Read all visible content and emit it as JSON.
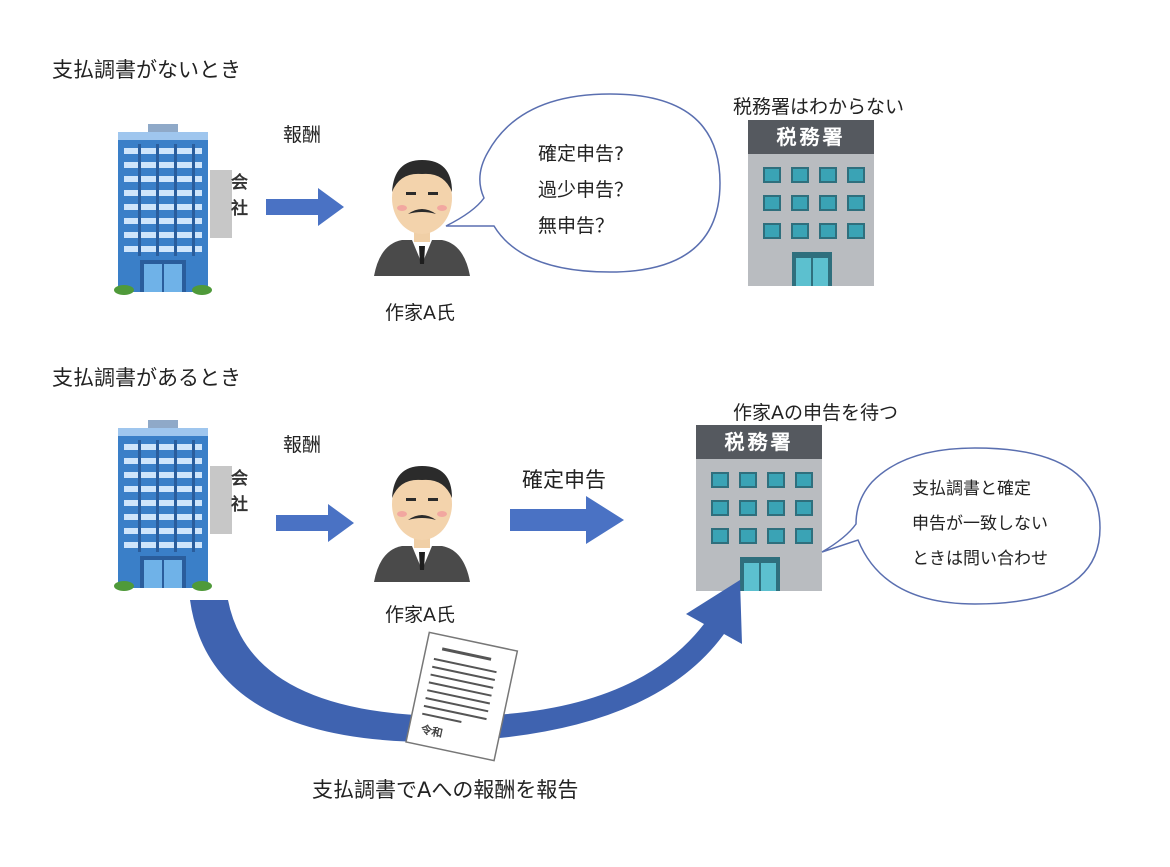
{
  "section_without": {
    "title": "支払調書がないとき",
    "payment_label": "報酬",
    "person_label": "作家A氏",
    "tax_office_caption": "税務署はわからない",
    "tax_office_sign": "税務署",
    "company_sign": [
      "会",
      "社"
    ],
    "bubble_lines": [
      "確定申告?",
      "過少申告？",
      "無申告？"
    ]
  },
  "section_with": {
    "title": "支払調書があるとき",
    "payment_label": "報酬",
    "person_label": "作家A氏",
    "filing_label": "確定申告",
    "tax_office_caption": "作家Aの申告を待つ",
    "tax_office_sign": "税務署",
    "company_sign": [
      "会",
      "社"
    ],
    "bubble_lines": [
      "支払調書と確定",
      "申告が一致しない",
      "ときは問い合わせ"
    ],
    "document_stamp": "令和",
    "report_caption": "支払調書でAへの報酬を報告"
  },
  "colors": {
    "arrow": "#4a72c4",
    "curve_arrow": "#3f63b0",
    "building_blue": "#3a7fc8",
    "building_dark": "#2a5d9c",
    "tax_office_gray": "#b9bcc0",
    "tax_office_sign": "#55595f",
    "bubble_stroke": "#5a6fb0"
  }
}
